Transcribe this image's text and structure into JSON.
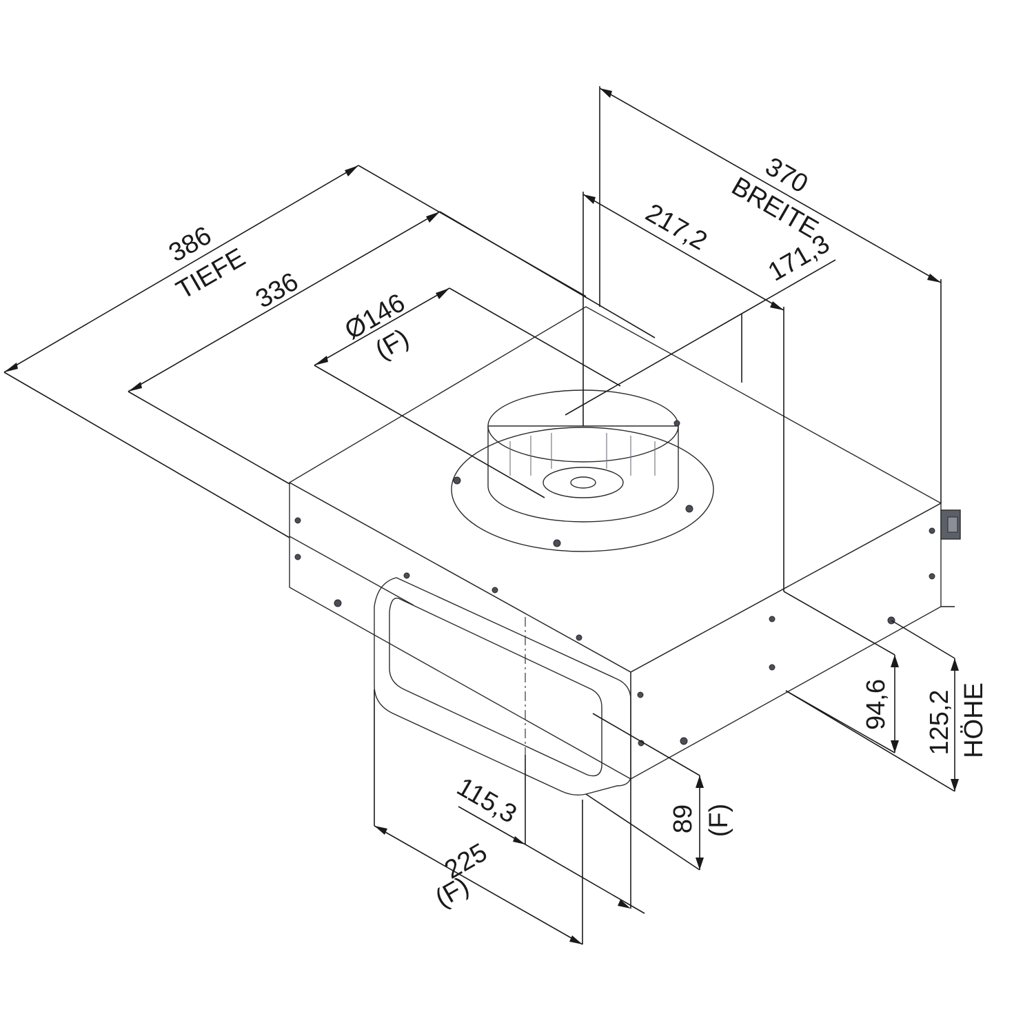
{
  "dimensions": {
    "tiefe_value": "386",
    "tiefe_label": "TIEFE",
    "d336": "336",
    "diameter_value": "Ø146",
    "diameter_tag": "(F)",
    "breite_value": "370",
    "breite_label": "BREITE",
    "d217": "217,2",
    "d171": "171,3",
    "d94": "94,6",
    "hoehe_value": "125,2",
    "hoehe_label": "HÖHE",
    "d89": "89",
    "d89_tag": "(F)",
    "d115": "115,3",
    "d225": "225",
    "d225_tag": "(F)"
  },
  "colors": {
    "top_face": "#878b96",
    "left_face": "#6c717c",
    "front_face": "#9a9ea8",
    "duct": "#d4d6da",
    "ring": "#c4c7cc",
    "line": "#1a1a1a"
  }
}
